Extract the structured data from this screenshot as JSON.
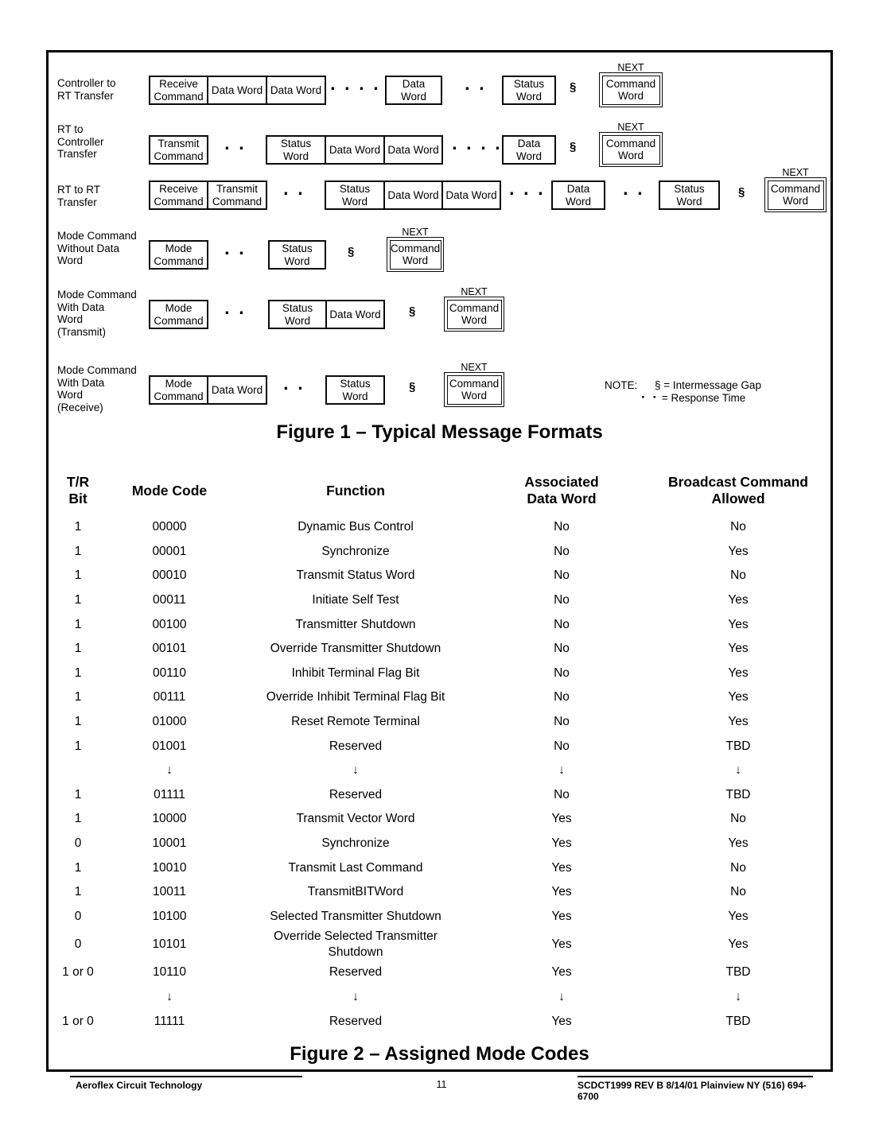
{
  "figure1": {
    "caption": "Figure 1 – Typical Message Formats",
    "symbols": {
      "dots4": "· · · ·",
      "dots2": "· ·",
      "gap": "§",
      "next": "NEXT"
    },
    "note": {
      "label": "NOTE:",
      "gap_def": "§ = Intermessage Gap",
      "dots": "· ·",
      "resp_def": "= Response Time"
    },
    "rows": [
      {
        "label": "Controller to\nRT Transfer",
        "boxes": [
          "Receive Command",
          "Data Word",
          "Data Word",
          "Data Word",
          "Status Word"
        ],
        "next_word": "Command Word"
      },
      {
        "label": "RT to\nController\nTransfer",
        "boxes": [
          "Transmit Command",
          "Status Word",
          "Data Word",
          "Data Word",
          "Data Word"
        ],
        "next_word": "Command Word"
      },
      {
        "label": "RT to RT\nTransfer",
        "boxes": [
          "Receive Command",
          "Transmit Command",
          "Status Word",
          "Data Word",
          "Data Word",
          "Data Word",
          "Status Word"
        ],
        "next_word": "Command Word"
      },
      {
        "label": "Mode Command\nWithout Data\nWord",
        "boxes": [
          "Mode Command",
          "Status Word"
        ],
        "next_word": "Command Word"
      },
      {
        "label": "Mode Command\nWith Data\nWord\n(Transmit)",
        "boxes": [
          "Mode Command",
          "Status Word",
          "Data Word"
        ],
        "next_word": "Command Word"
      },
      {
        "label": "Mode Command\nWith Data\nWord\n(Receive)",
        "boxes": [
          "Mode Command",
          "Data Word",
          "Status Word"
        ],
        "next_word": "Command Word"
      }
    ]
  },
  "figure2": {
    "caption": "Figure 2  –  Assigned Mode Codes",
    "columns": [
      "T/R\nBit",
      "Mode Code",
      "Function",
      "Associated\nData Word",
      "Broadcast Command\nAllowed"
    ],
    "rows": [
      [
        "1",
        "00000",
        "Dynamic Bus Control",
        "No",
        "No"
      ],
      [
        "1",
        "00001",
        "Synchronize",
        "No",
        "Yes"
      ],
      [
        "1",
        "00010",
        "Transmit Status Word",
        "No",
        "No"
      ],
      [
        "1",
        "00011",
        "Initiate Self Test",
        "No",
        "Yes"
      ],
      [
        "1",
        "00100",
        "Transmitter Shutdown",
        "No",
        "Yes"
      ],
      [
        "1",
        "00101",
        "Override Transmitter Shutdown",
        "No",
        "Yes"
      ],
      [
        "1",
        "00110",
        "Inhibit Terminal Flag Bit",
        "No",
        "Yes"
      ],
      [
        "1",
        "00111",
        "Override Inhibit Terminal Flag Bit",
        "No",
        "Yes"
      ],
      [
        "1",
        "01000",
        "Reset Remote Terminal",
        "No",
        "Yes"
      ],
      [
        "1",
        "01001",
        "Reserved",
        "No",
        "TBD"
      ],
      [
        "",
        "↓",
        "↓",
        "↓",
        "↓"
      ],
      [
        "1",
        "01111",
        "Reserved",
        "No",
        "TBD"
      ],
      [
        "1",
        "10000",
        "Transmit Vector Word",
        "Yes",
        "No"
      ],
      [
        "0",
        "10001",
        "Synchronize",
        "Yes",
        "Yes"
      ],
      [
        "1",
        "10010",
        "Transmit Last Command",
        "Yes",
        "No"
      ],
      [
        "1",
        "10011",
        "TransmitBITWord",
        "Yes",
        "No"
      ],
      [
        "0",
        "10100",
        "Selected Transmitter Shutdown",
        "Yes",
        "Yes"
      ],
      [
        "0",
        "10101",
        "Override Selected Transmitter\nShutdown",
        "Yes",
        "Yes"
      ],
      [
        "1 or 0",
        "10110",
        "Reserved",
        "Yes",
        "TBD"
      ],
      [
        "",
        "↓",
        "↓",
        "↓",
        "↓"
      ],
      [
        "1 or 0",
        "11111",
        "Reserved",
        "Yes",
        "TBD"
      ]
    ]
  },
  "footer": {
    "company": "Aeroflex Circuit Technology",
    "page_number": "11",
    "doc_ref": "SCDCT1999 REV B 8/14/01  Plainview NY (516) 694-6700"
  }
}
